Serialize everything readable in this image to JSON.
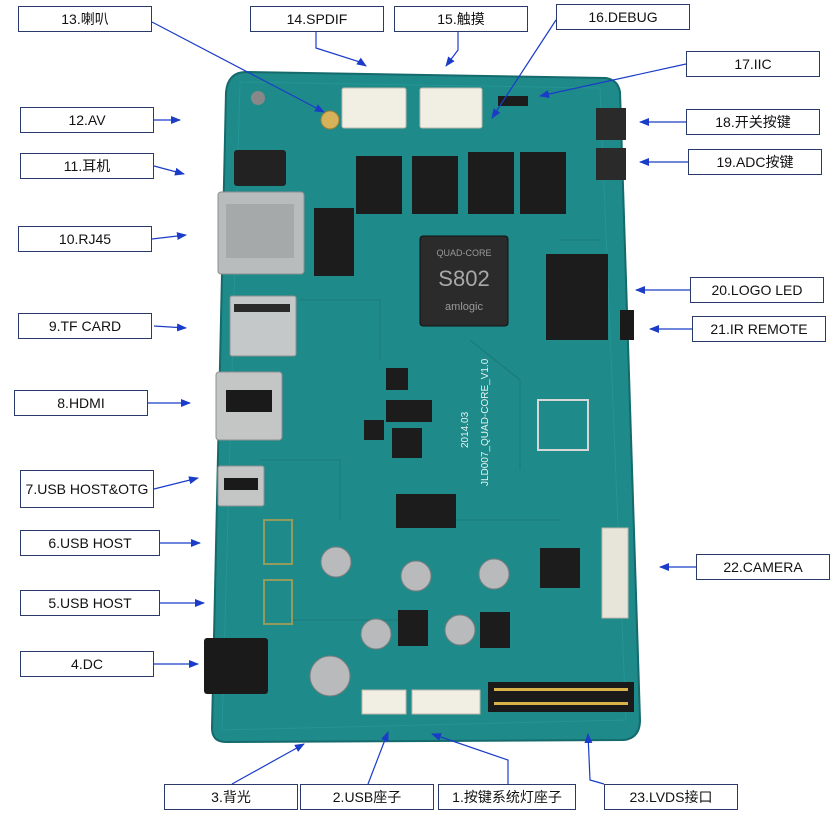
{
  "board": {
    "soc_brand": "amlogic",
    "soc_model": "S802",
    "soc_sub": "QUAD-CORE",
    "silk_model": "JLD007_QUAD-CORE_V1.0",
    "silk_date": "2014.03"
  },
  "callouts": [
    {
      "id": "c13",
      "text": "13.喇叭"
    },
    {
      "id": "c14",
      "text": "14.SPDIF"
    },
    {
      "id": "c15",
      "text": "15.触摸"
    },
    {
      "id": "c16",
      "text": "16.DEBUG"
    },
    {
      "id": "c17",
      "text": "17.IIC"
    },
    {
      "id": "c12",
      "text": "12.AV"
    },
    {
      "id": "c18",
      "text": "18.开关按键"
    },
    {
      "id": "c11",
      "text": "11.耳机"
    },
    {
      "id": "c19",
      "text": "19.ADC按键"
    },
    {
      "id": "c10",
      "text": "10.RJ45"
    },
    {
      "id": "c20",
      "text": "20.LOGO LED"
    },
    {
      "id": "c9",
      "text": "9.TF CARD"
    },
    {
      "id": "c21",
      "text": "21.IR REMOTE"
    },
    {
      "id": "c8",
      "text": "8.HDMI"
    },
    {
      "id": "c7",
      "text": "7.USB HOST&OTG"
    },
    {
      "id": "c6",
      "text": "6.USB HOST"
    },
    {
      "id": "c22",
      "text": "22.CAMERA"
    },
    {
      "id": "c5",
      "text": "5.USB HOST"
    },
    {
      "id": "c4",
      "text": "4.DC"
    },
    {
      "id": "c3",
      "text": "3.背光"
    },
    {
      "id": "c2",
      "text": "2.USB座子"
    },
    {
      "id": "c1",
      "text": "1.按键系统灯座子"
    },
    {
      "id": "c23",
      "text": "23.LVDS接口"
    }
  ],
  "colors": {
    "pcb": "#1f8a8a",
    "pcb_dark": "#176c6e",
    "chip": "#1c1c1c",
    "connector_white": "#f1eee4",
    "metal": "#b9bcbc",
    "arrow": "#1a3cc8",
    "box_border": "#2a3a6a"
  }
}
